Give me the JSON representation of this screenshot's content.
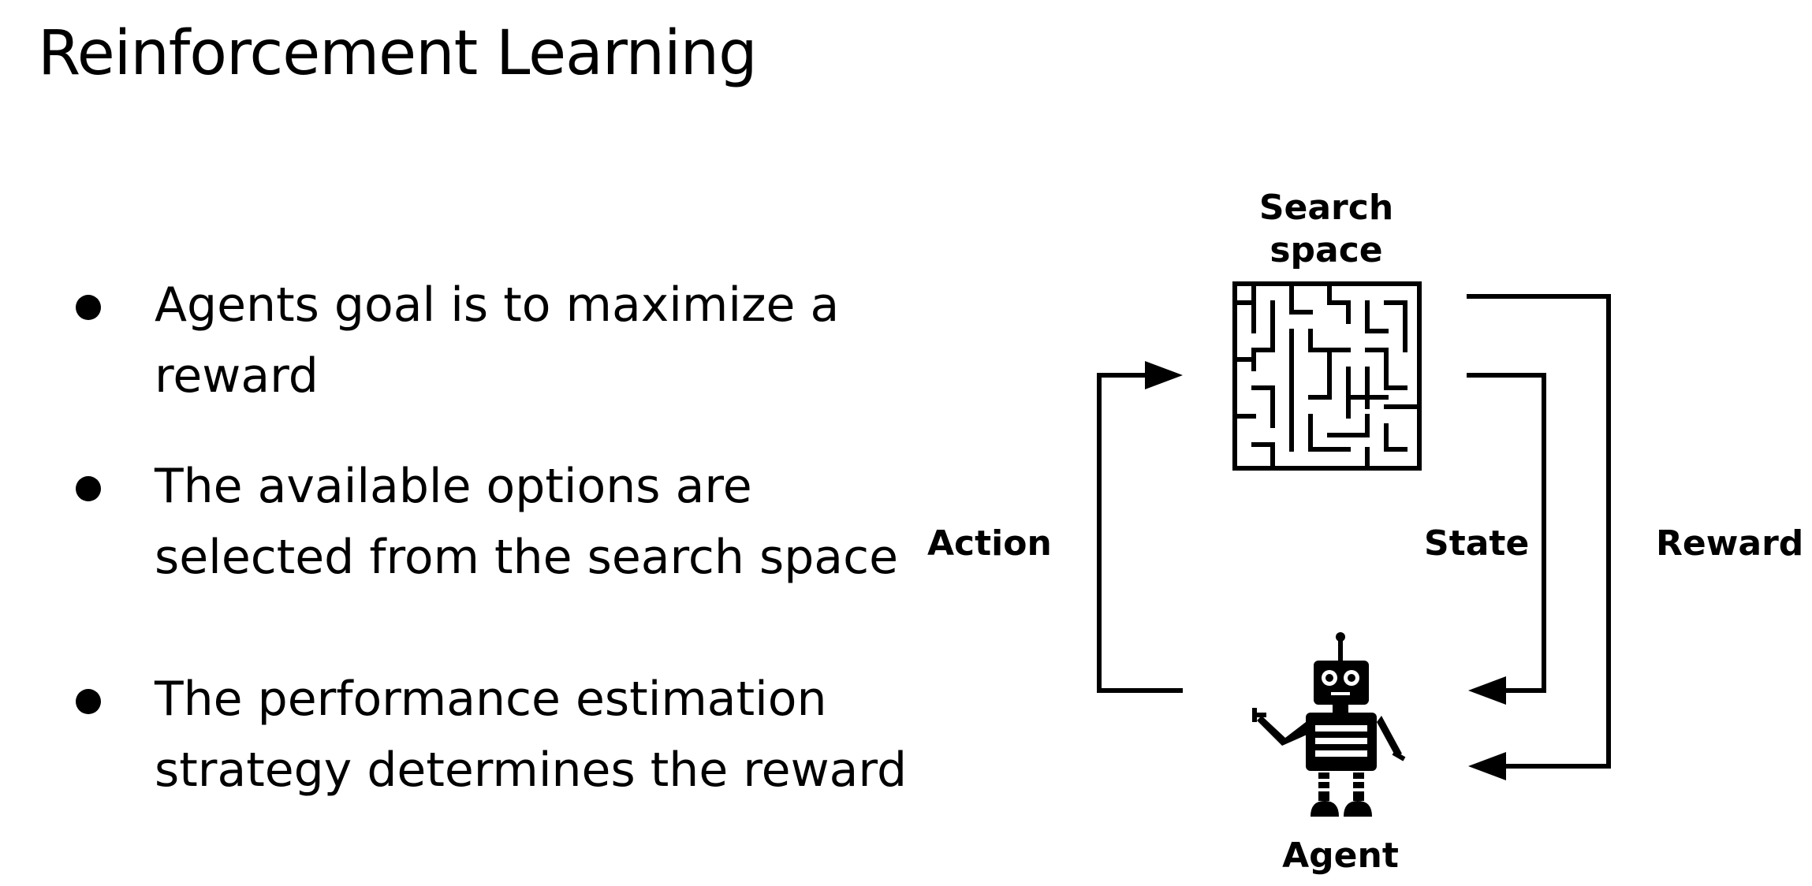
{
  "slide": {
    "title": "Reinforcement Learning"
  },
  "bullets": [
    {
      "line1": "Agents goal is to maximize a",
      "line2": "reward"
    },
    {
      "line1": "The available options are",
      "line2": "selected from the search space"
    },
    {
      "line1": "The performance estimation",
      "line2": "strategy determines the reward"
    }
  ],
  "diagram": {
    "search_space_label_line1": "Search",
    "search_space_label_line2": "space",
    "agent_label": "Agent",
    "action_label": "Action",
    "state_label": "State",
    "reward_label": "Reward",
    "maze_icon": "maze-icon",
    "robot_icon": "robot-icon",
    "color": "#000000"
  }
}
